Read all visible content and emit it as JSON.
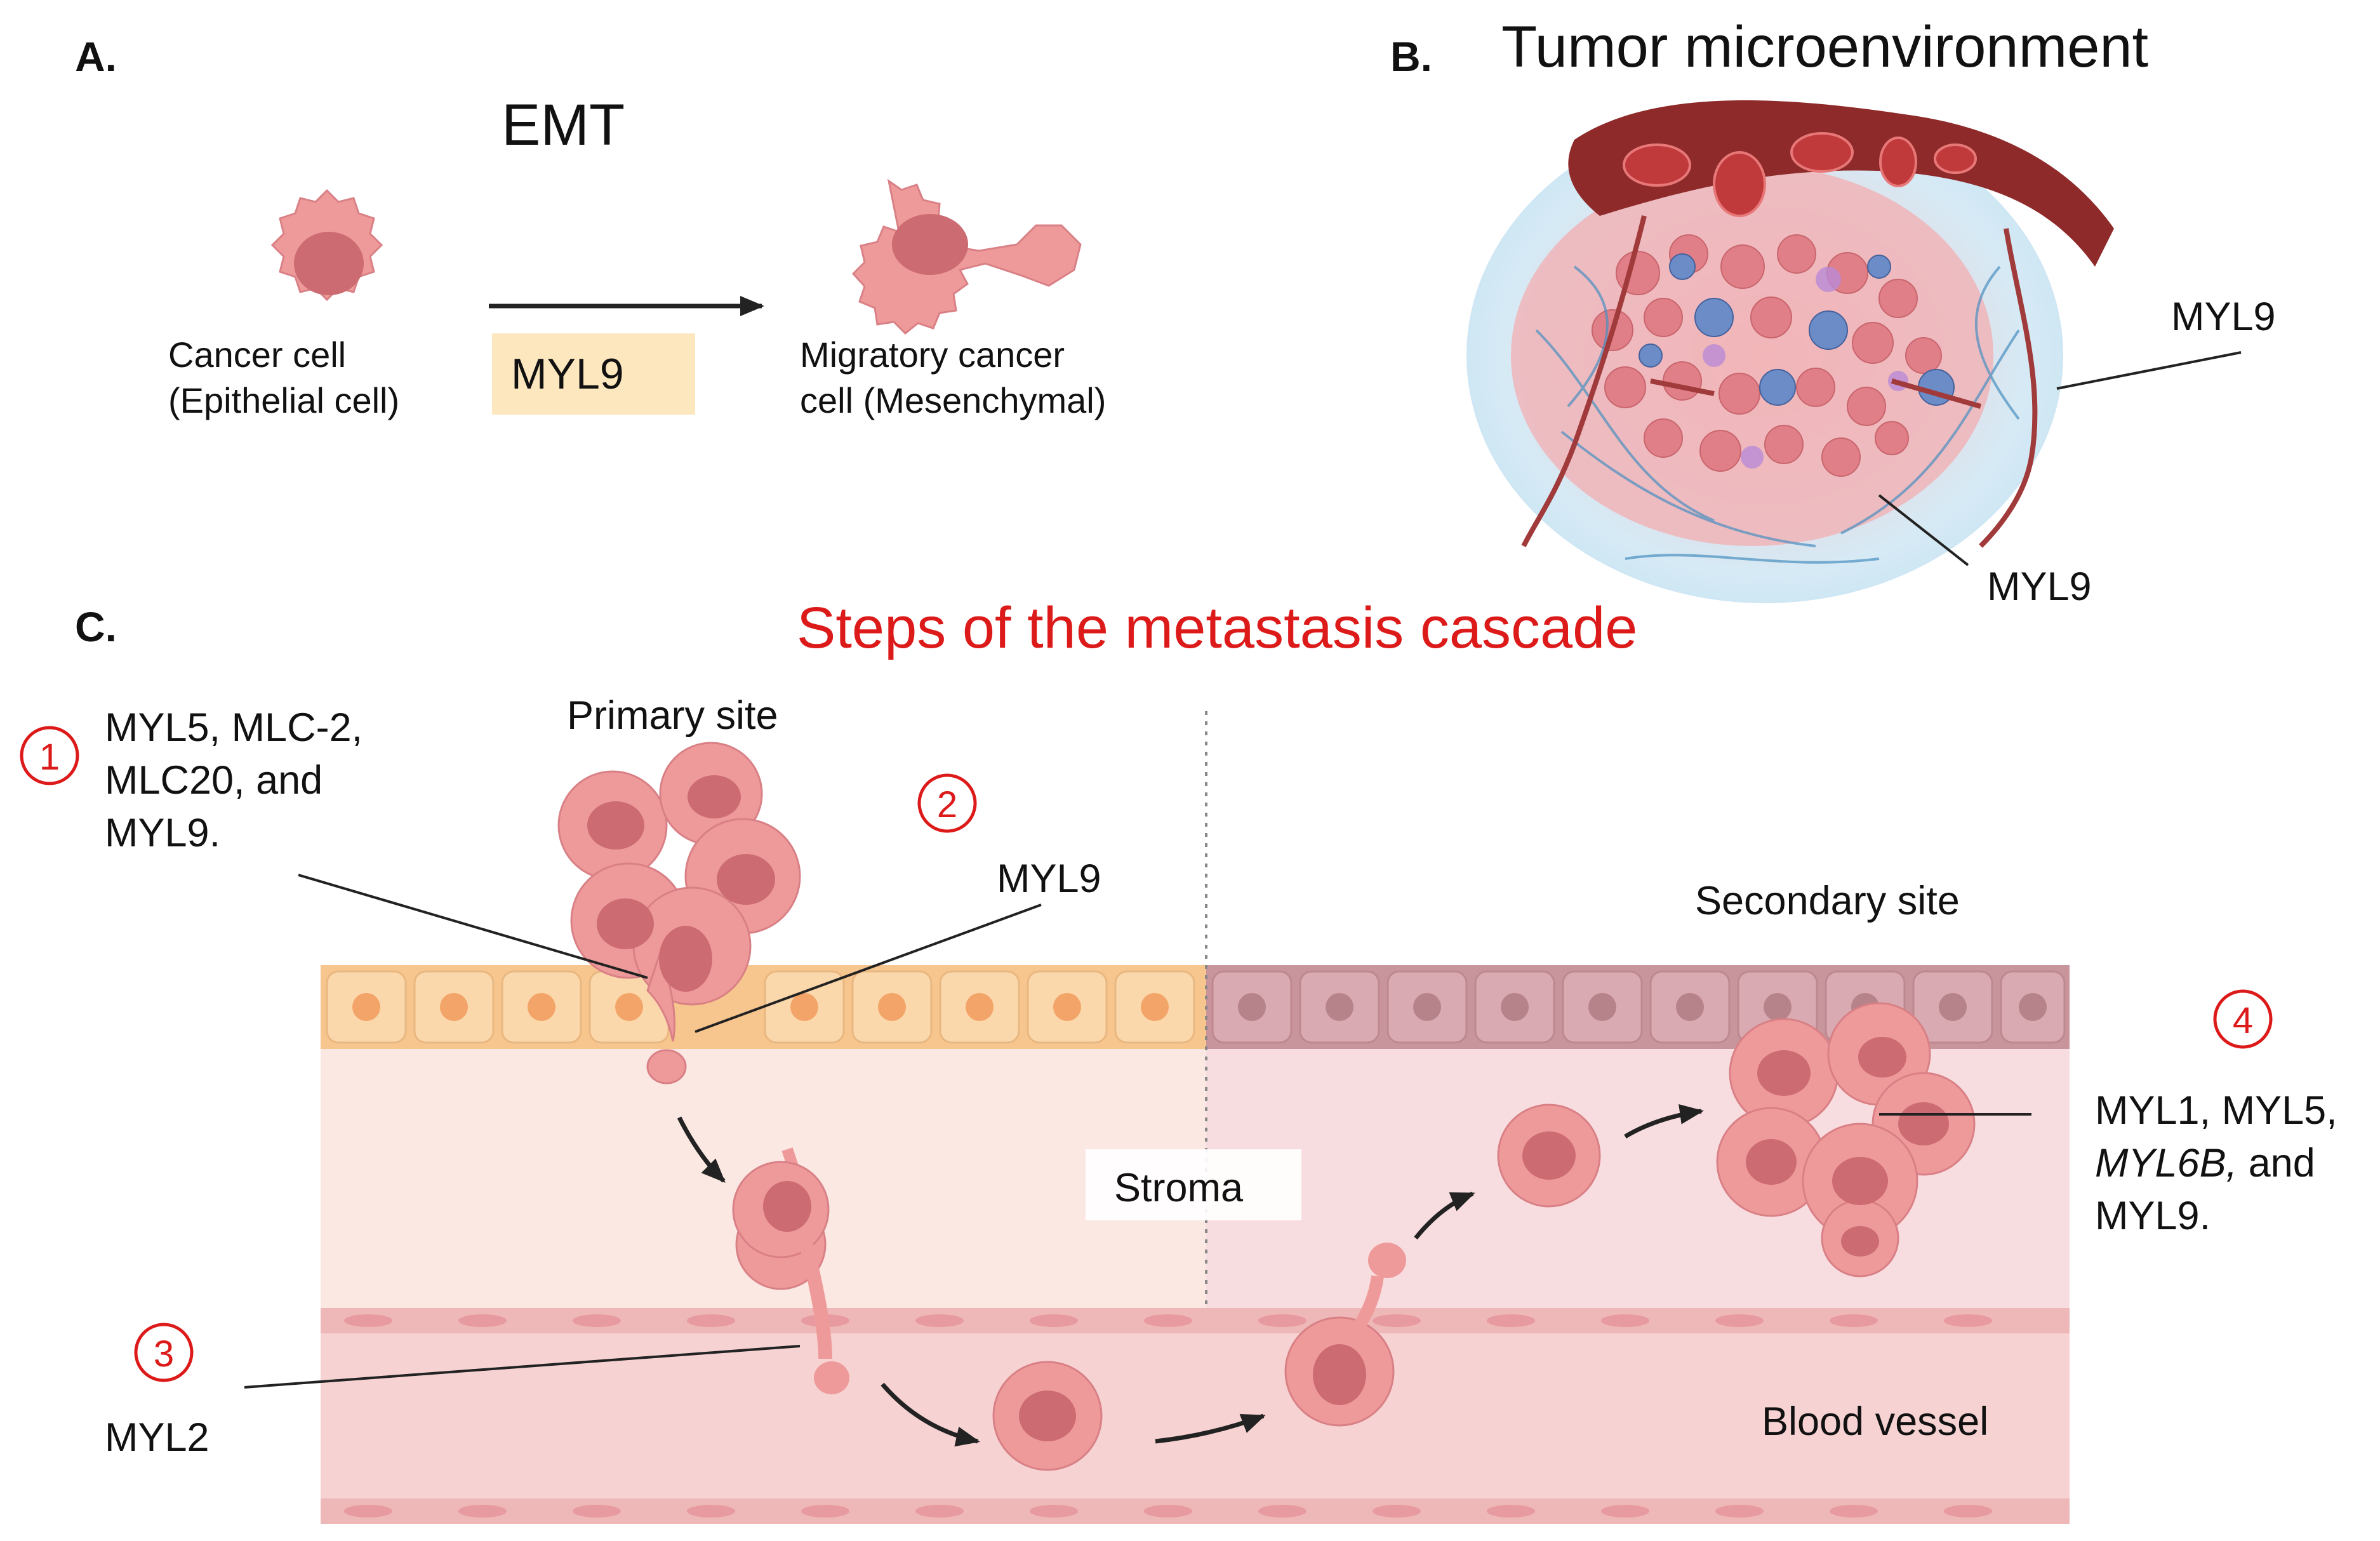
{
  "panel_a": {
    "letter": "A.",
    "title": "EMT",
    "left_cell_label": [
      "Cancer cell",
      "(Epithelial cell)"
    ],
    "arrow_label": "MYL9",
    "right_cell_label": [
      "Migratory cancer",
      "cell (Mesenchymal)"
    ]
  },
  "panel_b": {
    "letter": "B.",
    "title": "Tumor microenvironment",
    "label_right": "MYL9",
    "label_bottom": "MYL9"
  },
  "panel_c": {
    "letter": "C.",
    "title": "Steps of the metastasis cascade",
    "primary_site": "Primary site",
    "secondary_site": "Secondary site",
    "stroma": "Stroma",
    "blood_vessel": "Blood vessel",
    "steps": [
      {
        "number": "1",
        "lines": [
          "MYL5, MLC-2,",
          "MLC20, and",
          "MYL9."
        ]
      },
      {
        "number": "2",
        "lines": [
          "MYL9"
        ]
      },
      {
        "number": "3",
        "lines": [
          "MYL2"
        ]
      },
      {
        "number": "4",
        "lines": [
          "MYL1, MYL5,",
          "MYL6B, and",
          "MYL9."
        ],
        "italic_prefix": "MYL6B,",
        "italic_suffix": " and"
      }
    ]
  },
  "colors": {
    "cell_fill": "#ef9a9a",
    "cell_nucleus": "#cc6b72",
    "epithelium_primary": "#fbd4a6",
    "epithelium_secondary": "#d9aab1",
    "stroma": "#fbe8e3",
    "vessel": "#f6d3d2",
    "title_red": "#dd1a1a",
    "highlight": "#fde7bf"
  }
}
